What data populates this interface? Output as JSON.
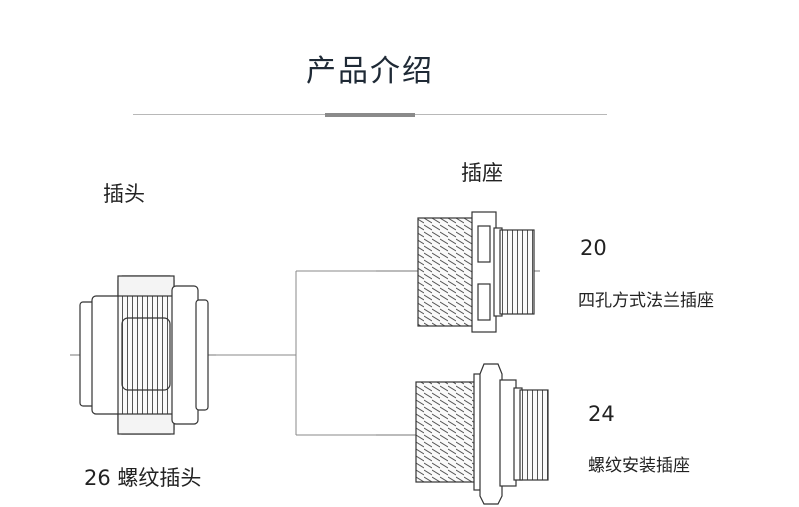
{
  "title": "产品介绍",
  "plug": {
    "header": "插头",
    "caption": "26 螺纹插头"
  },
  "receptacle": {
    "header": "插座",
    "items": [
      {
        "code": "20",
        "name": "四孔方式法兰插座"
      },
      {
        "code": "24",
        "name": "螺纹安装插座"
      }
    ]
  },
  "colors": {
    "title": "#1f2a36",
    "line": "#888888",
    "accent": "#8a8a8a"
  }
}
